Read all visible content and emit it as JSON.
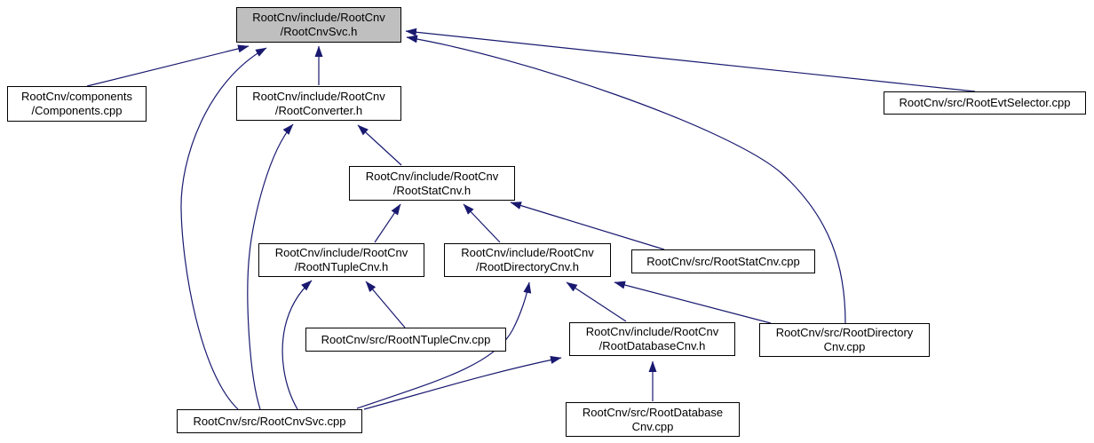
{
  "diagram": {
    "colors": {
      "edge": "#191970",
      "node_border": "#000000",
      "node_fill": "#ffffff",
      "highlight_fill": "#bfbfbf",
      "text": "#000000",
      "background": "#ffffff"
    },
    "nodes": [
      {
        "id": "rootcnvsvc-h",
        "label": "RootCnv/include/RootCnv\n/RootCnvSvc.h",
        "highlighted": true
      },
      {
        "id": "components-cpp",
        "label": "RootCnv/components\n/Components.cpp",
        "highlighted": false
      },
      {
        "id": "rootconverter-h",
        "label": "RootCnv/include/RootCnv\n/RootConverter.h",
        "highlighted": false
      },
      {
        "id": "rootevtselector-cpp",
        "label": "RootCnv/src/RootEvtSelector.cpp",
        "highlighted": false
      },
      {
        "id": "rootstatcnv-h",
        "label": "RootCnv/include/RootCnv\n/RootStatCnv.h",
        "highlighted": false
      },
      {
        "id": "rootntuplecnv-h",
        "label": "RootCnv/include/RootCnv\n/RootNTupleCnv.h",
        "highlighted": false
      },
      {
        "id": "rootdirectorycnv-h",
        "label": "RootCnv/include/RootCnv\n/RootDirectoryCnv.h",
        "highlighted": false
      },
      {
        "id": "rootstatcnv-cpp",
        "label": "RootCnv/src/RootStatCnv.cpp",
        "highlighted": false
      },
      {
        "id": "rootntuplecnv-cpp",
        "label": "RootCnv/src/RootNTupleCnv.cpp",
        "highlighted": false
      },
      {
        "id": "rootdatabasecnv-h",
        "label": "RootCnv/include/RootCnv\n/RootDatabaseCnv.h",
        "highlighted": false
      },
      {
        "id": "rootdirectorycnv-cpp",
        "label": "RootCnv/src/RootDirectory\nCnv.cpp",
        "highlighted": false
      },
      {
        "id": "rootcnvsvc-cpp",
        "label": "RootCnv/src/RootCnvSvc.cpp",
        "highlighted": false
      },
      {
        "id": "rootdatabasecnv-cpp",
        "label": "RootCnv/src/RootDatabase\nCnv.cpp",
        "highlighted": false
      }
    ],
    "edges": [
      {
        "from": "components-cpp",
        "to": "rootcnvsvc-h"
      },
      {
        "from": "rootcnvsvc-cpp",
        "to": "rootcnvsvc-h"
      },
      {
        "from": "rootconverter-h",
        "to": "rootcnvsvc-h"
      },
      {
        "from": "rootevtselector-cpp",
        "to": "rootcnvsvc-h"
      },
      {
        "from": "rootdirectorycnv-cpp",
        "to": "rootcnvsvc-h"
      },
      {
        "from": "rootcnvsvc-cpp",
        "to": "rootconverter-h"
      },
      {
        "from": "rootstatcnv-h",
        "to": "rootconverter-h"
      },
      {
        "from": "rootntuplecnv-h",
        "to": "rootstatcnv-h"
      },
      {
        "from": "rootdirectorycnv-h",
        "to": "rootstatcnv-h"
      },
      {
        "from": "rootstatcnv-cpp",
        "to": "rootstatcnv-h"
      },
      {
        "from": "rootcnvsvc-cpp",
        "to": "rootntuplecnv-h"
      },
      {
        "from": "rootntuplecnv-cpp",
        "to": "rootntuplecnv-h"
      },
      {
        "from": "rootcnvsvc-cpp",
        "to": "rootdirectorycnv-h"
      },
      {
        "from": "rootdatabasecnv-h",
        "to": "rootdirectorycnv-h"
      },
      {
        "from": "rootdirectorycnv-cpp",
        "to": "rootdirectorycnv-h"
      },
      {
        "from": "rootcnvsvc-cpp",
        "to": "rootdatabasecnv-h"
      },
      {
        "from": "rootdatabasecnv-cpp",
        "to": "rootdatabasecnv-h"
      }
    ]
  }
}
